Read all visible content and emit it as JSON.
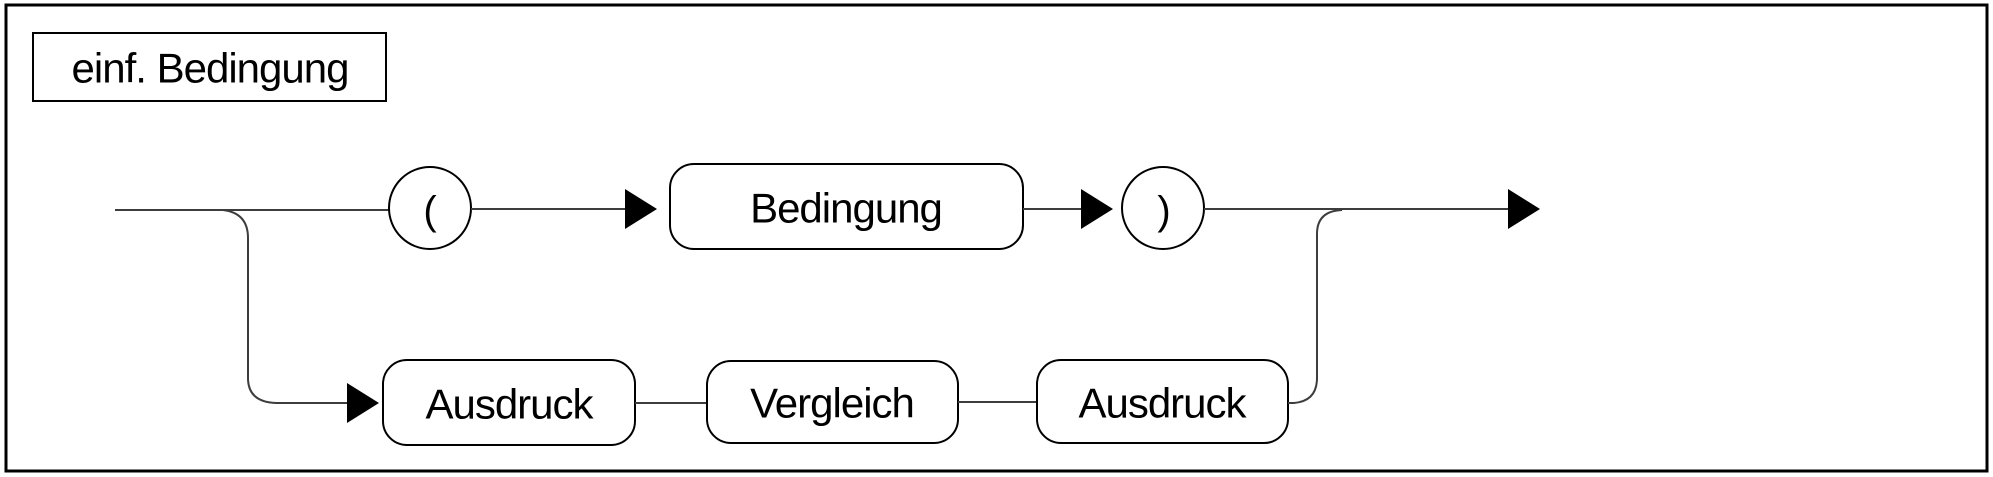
{
  "diagram": {
    "title": "einf. Bedingung",
    "kind": "syntax-railroad-diagram",
    "terminals": {
      "open_paren": "(",
      "close_paren": ")"
    },
    "nodes": {
      "bedingung": "Bedingung",
      "ausdruck_1": "Ausdruck",
      "vergleich": "Vergleich",
      "ausdruck_2": "Ausdruck"
    },
    "branches": {
      "top_path": [
        "(",
        "Bedingung",
        ")"
      ],
      "bottom_path": [
        "Ausdruck",
        "Vergleich",
        "Ausdruck"
      ]
    },
    "colors": {
      "background": "#ffffff",
      "shape_stroke": "#000000",
      "connector_stroke": "#3d3d3d",
      "arrow_fill": "#000000",
      "text": "#000000"
    }
  }
}
